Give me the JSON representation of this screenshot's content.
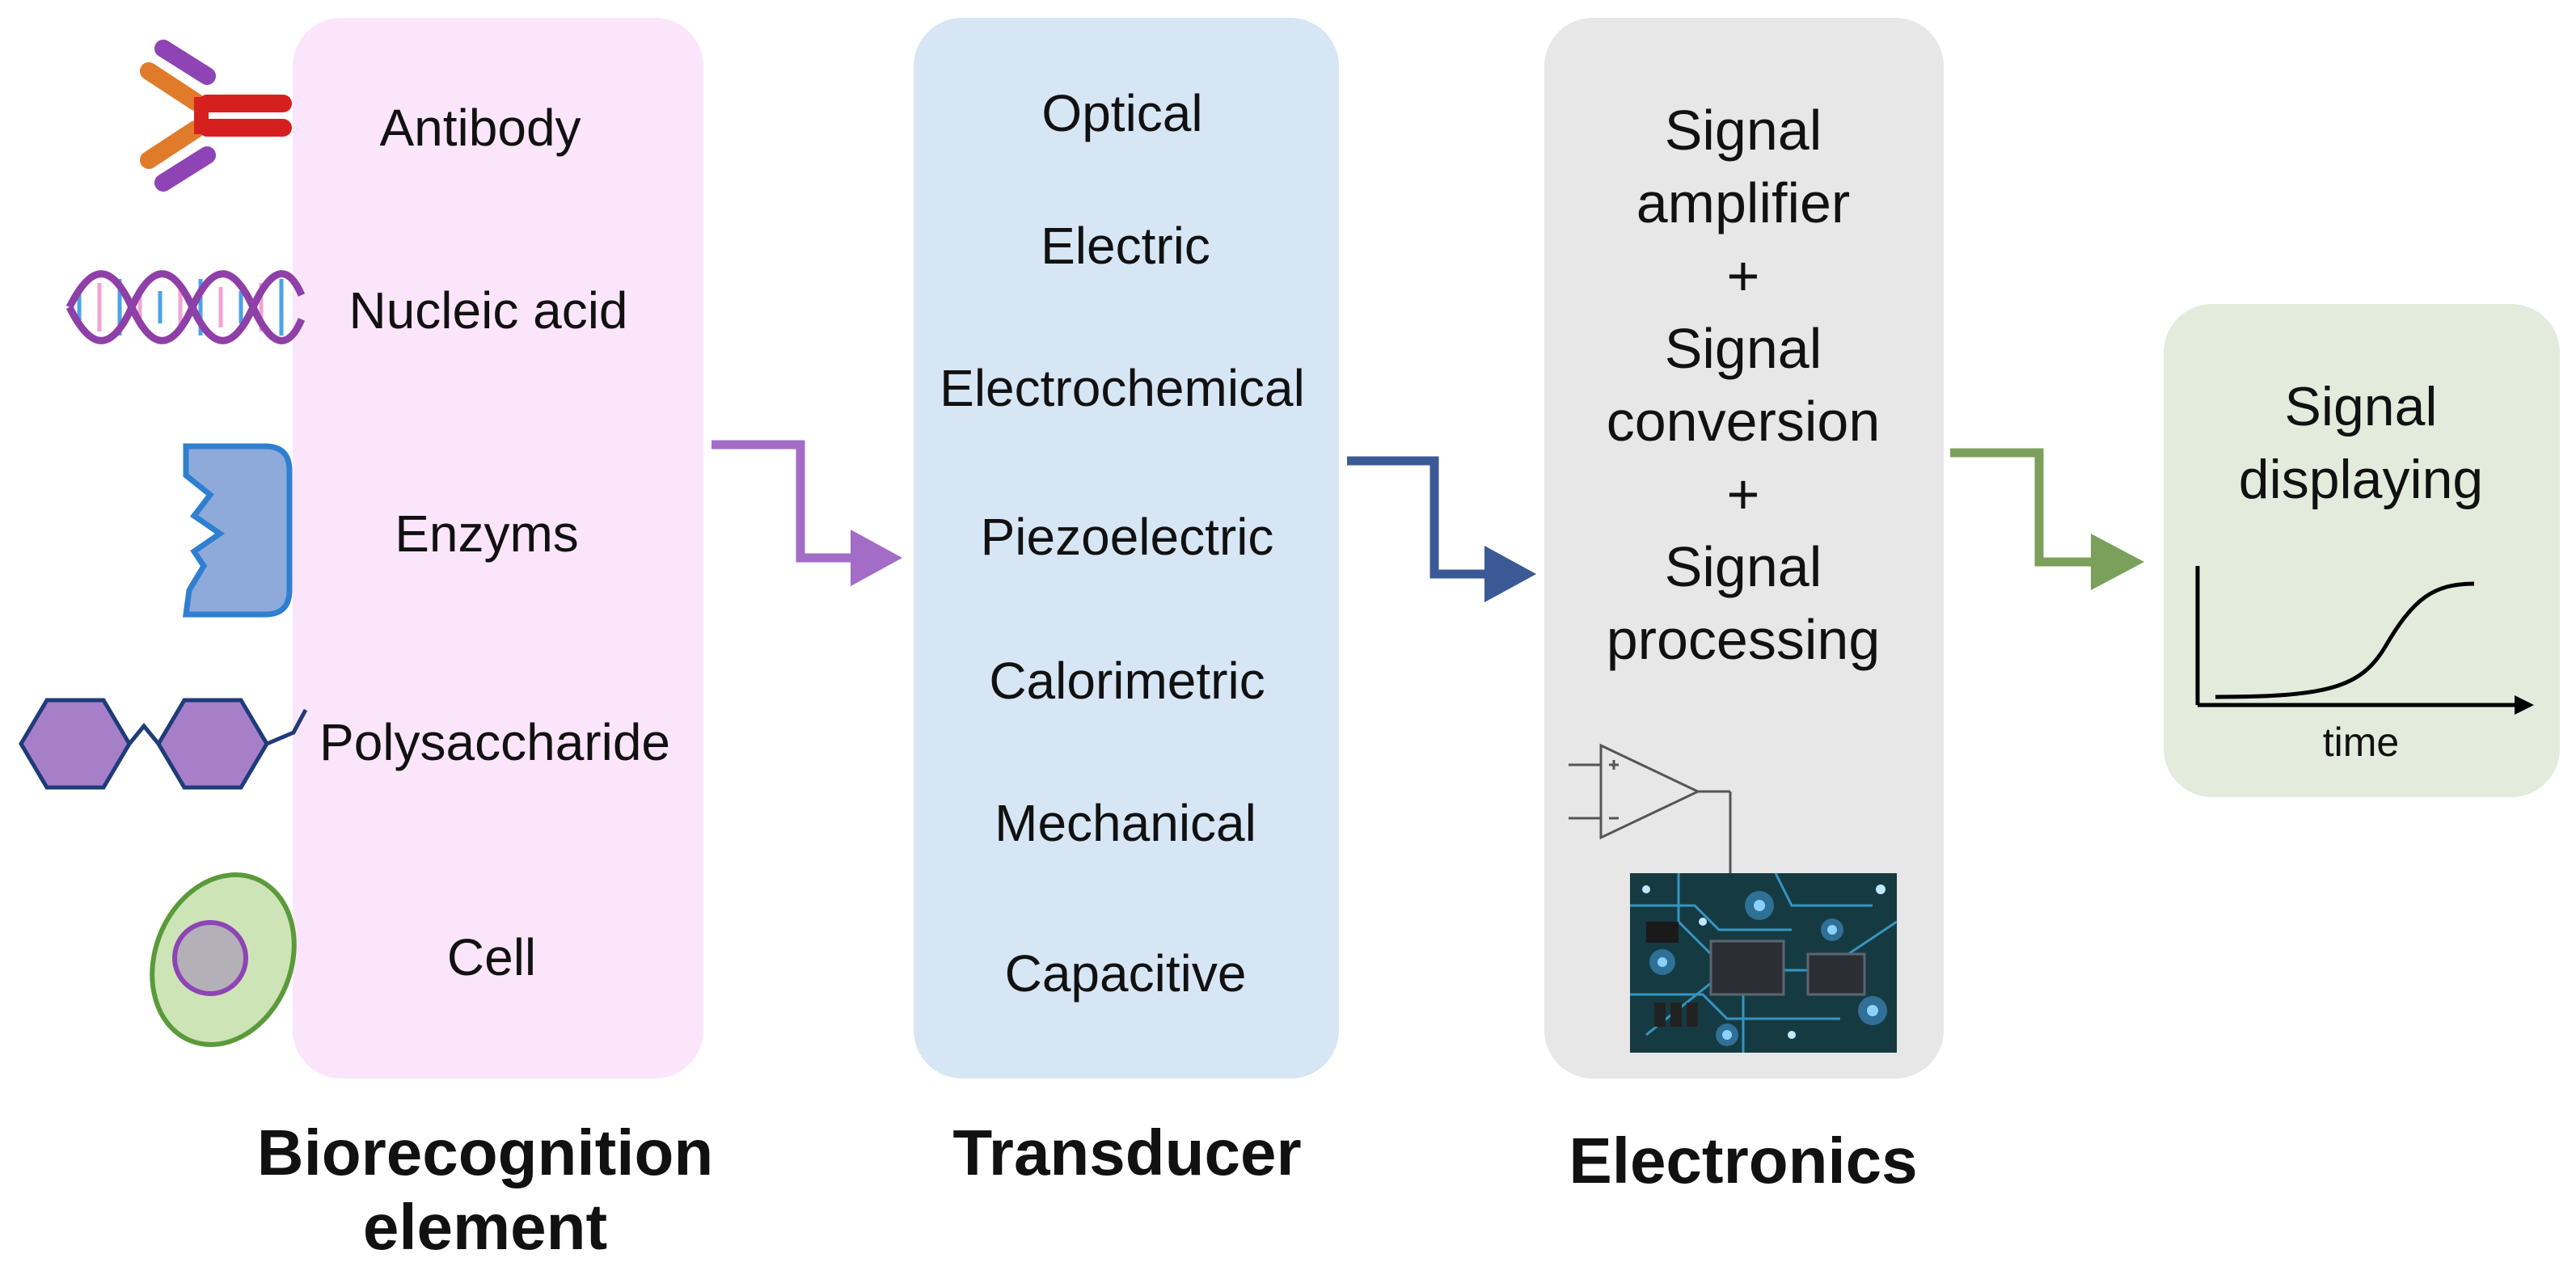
{
  "biorecognition": {
    "items": [
      {
        "label": "Antibody",
        "icon": "antibody-icon"
      },
      {
        "label": "Nucleic acid",
        "icon": "dna-icon"
      },
      {
        "label": "Enzyms",
        "icon": "enzyme-icon"
      },
      {
        "label": "Polysaccharide",
        "icon": "polysaccharide-icon"
      },
      {
        "label": "Cell",
        "icon": "cell-icon"
      }
    ],
    "caption_line1": "Biorecognition",
    "caption_line2": "element",
    "color": "#fbe5fa"
  },
  "transducer": {
    "items": [
      "Optical",
      "Electric",
      "Electrochemical",
      "Piezoelectric",
      "Calorimetric",
      "Mechanical",
      "Capacitive"
    ],
    "caption": "Transducer",
    "color": "#d6e6f4"
  },
  "electronics": {
    "lines": [
      "Signal",
      "amplifier",
      "+",
      "Signal",
      "conversion",
      "+",
      "Signal",
      "processing"
    ],
    "caption": "Electronics",
    "color": "#e7e7e7",
    "amplifier_icon": "op-amp-icon",
    "board_icon": "circuit-board-image"
  },
  "display": {
    "lines": [
      "Signal",
      "displaying"
    ],
    "axis_label": "time",
    "color": "#e3ebdd",
    "graph_icon": "sigmoid-curve-icon"
  },
  "arrows": [
    {
      "name": "arrow-to-transducer",
      "color": "#a36cc7"
    },
    {
      "name": "arrow-to-electronics",
      "color": "#3b5a95"
    },
    {
      "name": "arrow-to-display",
      "color": "#7ba05b"
    }
  ]
}
